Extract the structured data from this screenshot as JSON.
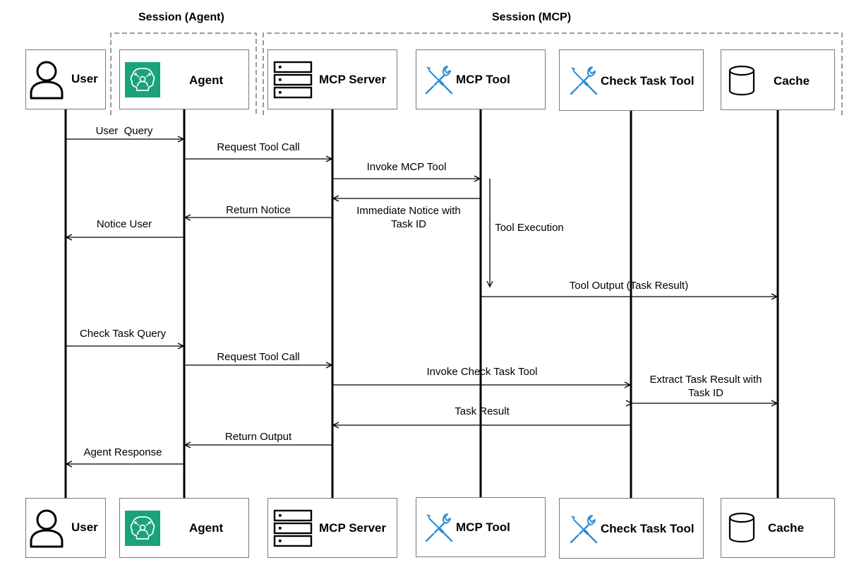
{
  "sessions": {
    "agent": "Session (Agent)",
    "mcp": "Session (MCP)"
  },
  "participants": [
    {
      "id": "user",
      "label": "User",
      "icon": "user-icon"
    },
    {
      "id": "agent",
      "label": "Agent",
      "icon": "agent-brain-icon"
    },
    {
      "id": "mcp_server",
      "label": "MCP Server",
      "icon": "server-icon"
    },
    {
      "id": "mcp_tool",
      "label": "MCP Tool",
      "icon": "tools-icon"
    },
    {
      "id": "check_task_tool",
      "label": "Check Task Tool",
      "icon": "tools-icon"
    },
    {
      "id": "cache",
      "label": "Cache",
      "icon": "database-icon"
    }
  ],
  "messages": [
    {
      "label": "User  Query",
      "from": "user",
      "to": "agent"
    },
    {
      "label": "Request Tool Call",
      "from": "agent",
      "to": "mcp_server"
    },
    {
      "label": "Invoke MCP Tool",
      "from": "mcp_server",
      "to": "mcp_tool"
    },
    {
      "label": "Immediate Notice with Task ID",
      "from": "mcp_tool",
      "to": "mcp_server"
    },
    {
      "label": "Return Notice",
      "from": "mcp_server",
      "to": "agent"
    },
    {
      "label": "Notice User",
      "from": "agent",
      "to": "user"
    },
    {
      "label": "Tool Execution",
      "from": "mcp_tool",
      "to": "mcp_tool"
    },
    {
      "label": "Tool Output (Task Result)",
      "from": "mcp_tool",
      "to": "cache"
    },
    {
      "label": "Check Task Query",
      "from": "user",
      "to": "agent"
    },
    {
      "label": "Request Tool Call",
      "from": "agent",
      "to": "mcp_server"
    },
    {
      "label": "Invoke Check Task Tool",
      "from": "mcp_server",
      "to": "check_task_tool"
    },
    {
      "label": "Extract Task Result with Task ID",
      "from": "check_task_tool",
      "to": "cache"
    },
    {
      "label": "Task Result",
      "from": "check_task_tool",
      "to": "mcp_server"
    },
    {
      "label": "Return Output",
      "from": "mcp_server",
      "to": "agent"
    },
    {
      "label": "Agent Response",
      "from": "agent",
      "to": "user"
    }
  ],
  "colors": {
    "agent_icon_bg": "#1aa27c",
    "tool_icon": "#2a8fd6",
    "box_border": "#7a7a7a",
    "session_border": "#9a9a9a"
  }
}
